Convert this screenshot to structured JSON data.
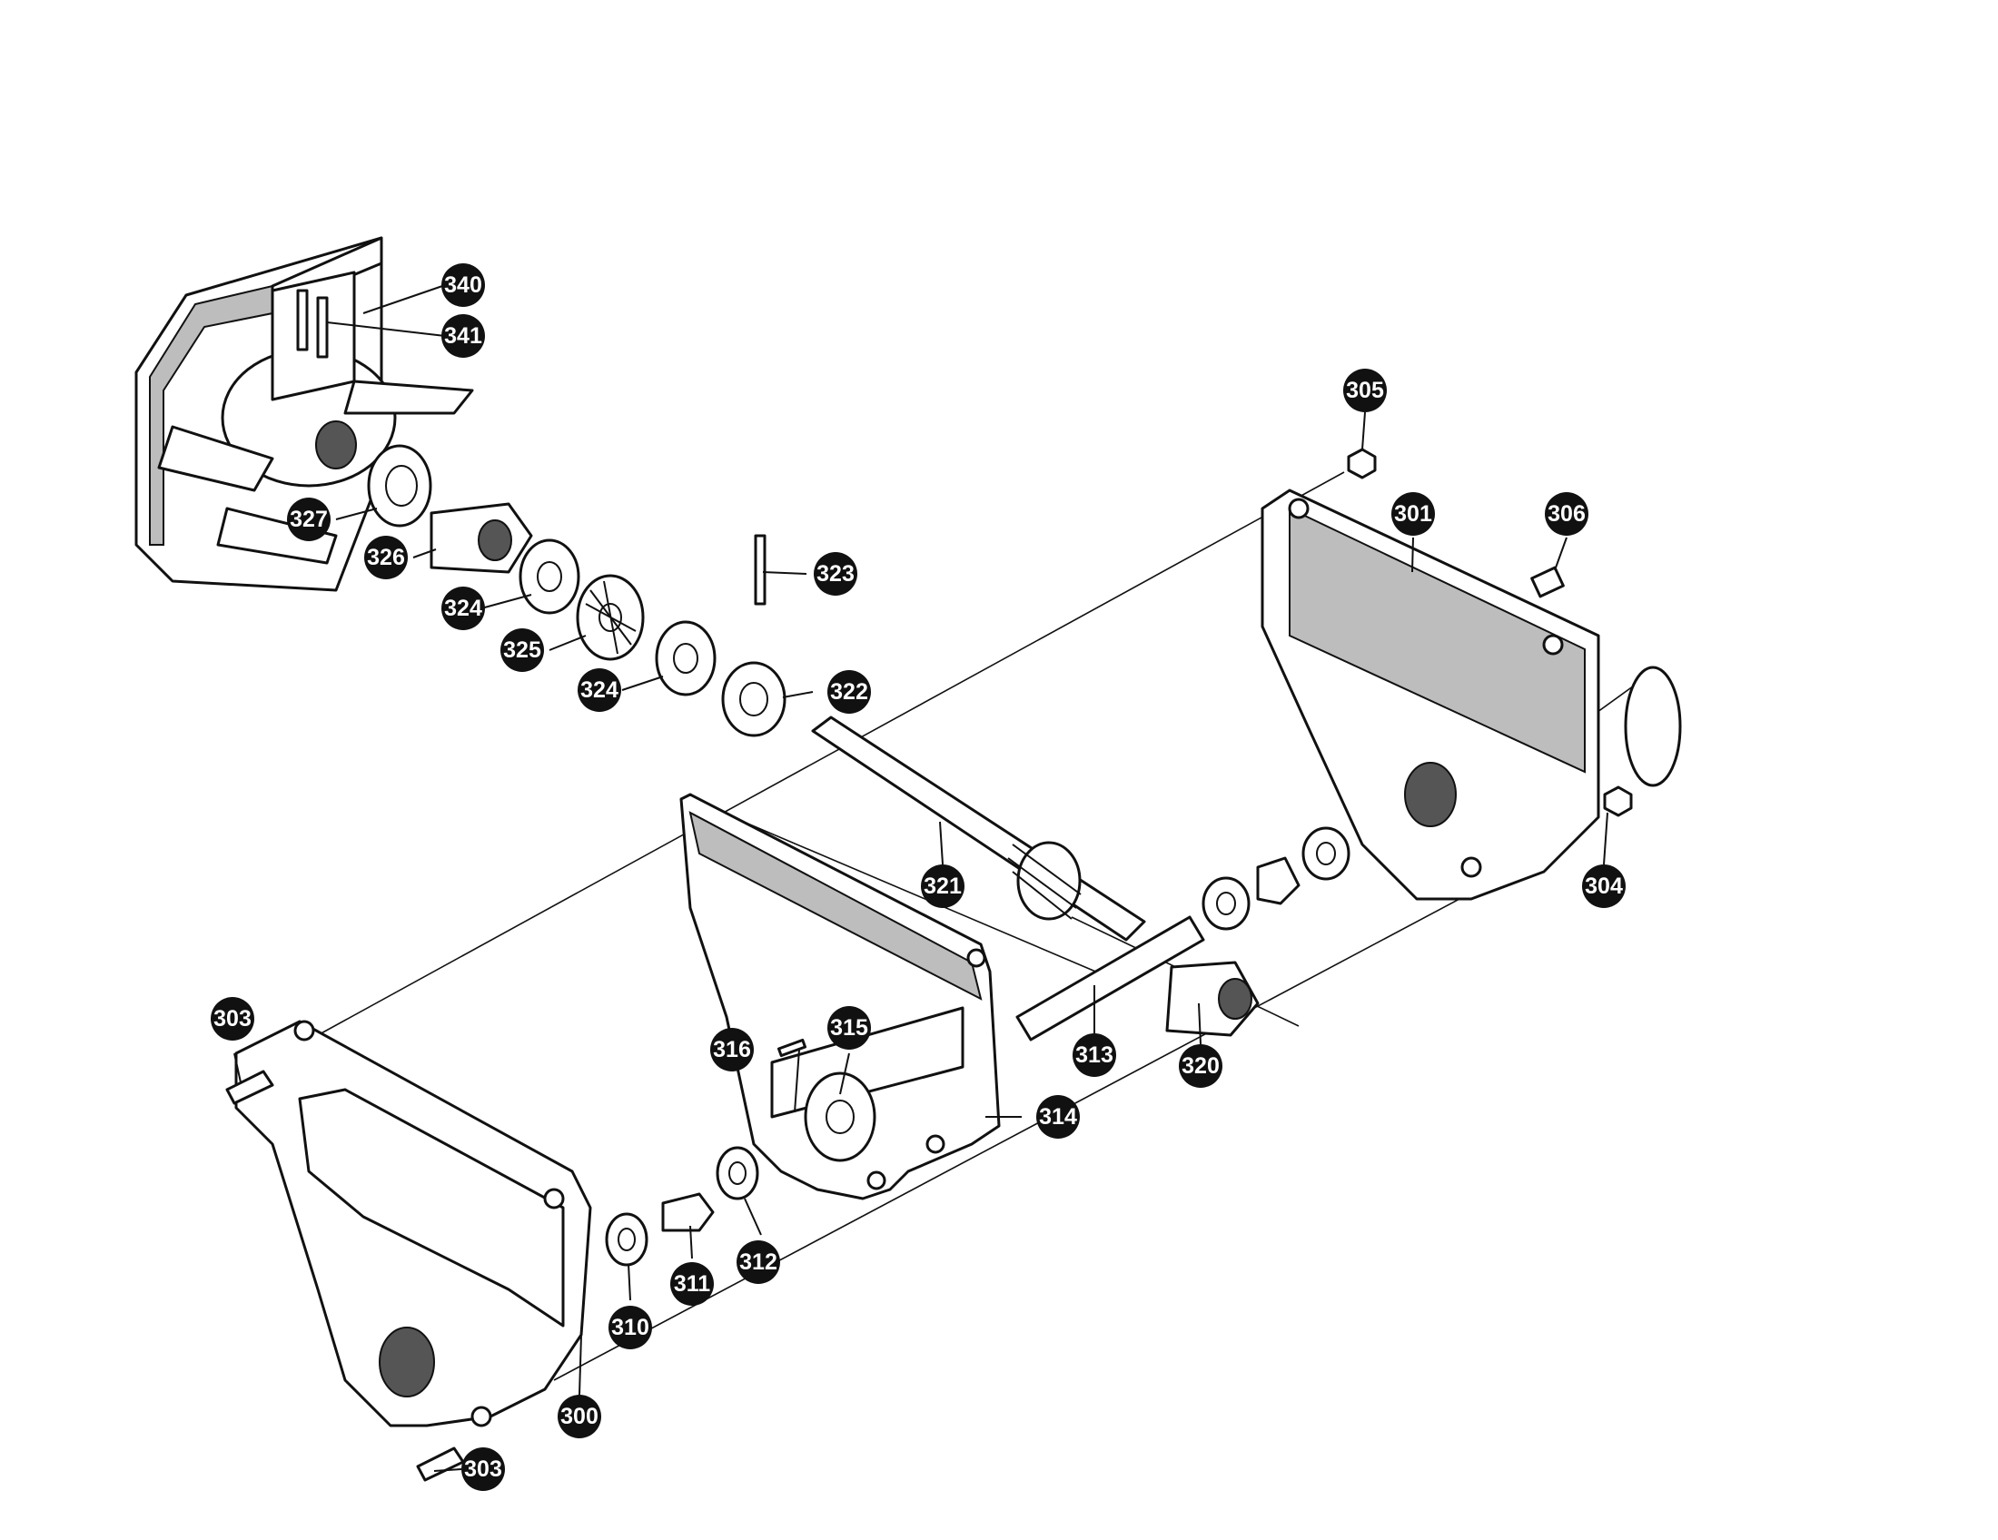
{
  "diagram": {
    "type": "exploded-parts-view",
    "callouts": [
      {
        "id": "340",
        "label": "340"
      },
      {
        "id": "341",
        "label": "341"
      },
      {
        "id": "327",
        "label": "327"
      },
      {
        "id": "326",
        "label": "326"
      },
      {
        "id": "324a",
        "label": "324"
      },
      {
        "id": "325",
        "label": "325"
      },
      {
        "id": "324b",
        "label": "324"
      },
      {
        "id": "323",
        "label": "323"
      },
      {
        "id": "322",
        "label": "322"
      },
      {
        "id": "321",
        "label": "321"
      },
      {
        "id": "305",
        "label": "305"
      },
      {
        "id": "301",
        "label": "301"
      },
      {
        "id": "306",
        "label": "306"
      },
      {
        "id": "304",
        "label": "304"
      },
      {
        "id": "313",
        "label": "313"
      },
      {
        "id": "320",
        "label": "320"
      },
      {
        "id": "315",
        "label": "315"
      },
      {
        "id": "316",
        "label": "316"
      },
      {
        "id": "314",
        "label": "314"
      },
      {
        "id": "312",
        "label": "312"
      },
      {
        "id": "311",
        "label": "311"
      },
      {
        "id": "310",
        "label": "310"
      },
      {
        "id": "303a",
        "label": "303"
      },
      {
        "id": "300",
        "label": "300"
      },
      {
        "id": "303b",
        "label": "303"
      }
    ]
  }
}
